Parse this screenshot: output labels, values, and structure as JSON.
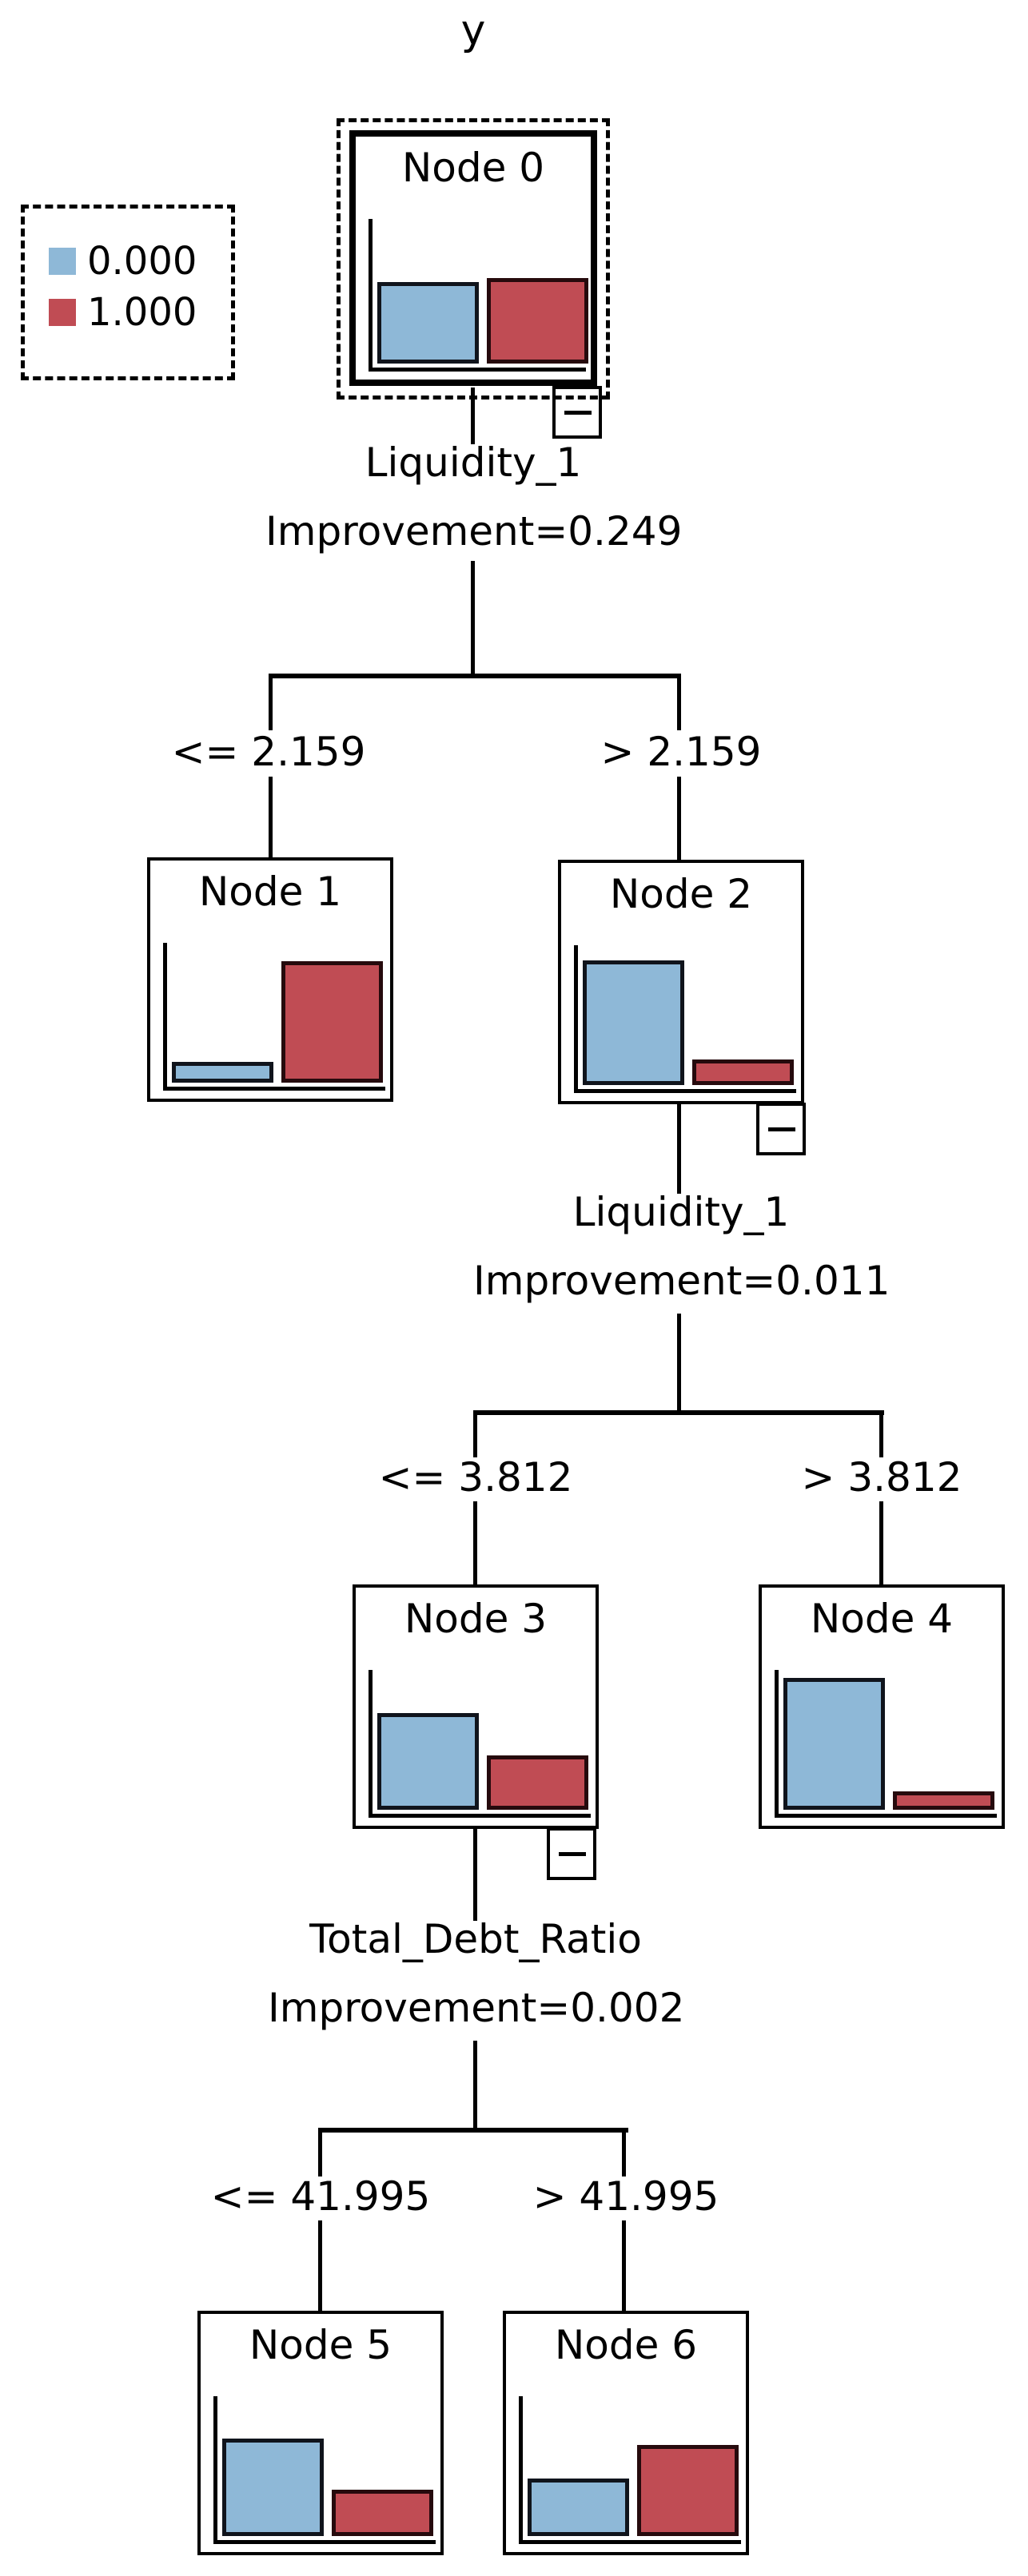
{
  "title": "y",
  "colors": {
    "class0_fill": "#8EB8D7",
    "class1_fill": "#C04C54",
    "line": "#000000"
  },
  "legend": {
    "items": [
      {
        "label": "0.000",
        "class": "class0"
      },
      {
        "label": "1.000",
        "class": "class1"
      }
    ]
  },
  "nodes": [
    {
      "label": "Node 0",
      "selected": true,
      "collapsible": true,
      "bars": {
        "p0": 0.58,
        "p1": 0.61
      }
    },
    {
      "label": "Node 1",
      "selected": false,
      "collapsible": false,
      "bars": {
        "p0": 0.15,
        "p1": 0.87
      }
    },
    {
      "label": "Node 2",
      "selected": false,
      "collapsible": true,
      "bars": {
        "p0": 0.89,
        "p1": 0.18
      }
    },
    {
      "label": "Node 3",
      "selected": false,
      "collapsible": true,
      "bars": {
        "p0": 0.69,
        "p1": 0.39
      }
    },
    {
      "label": "Node 4",
      "selected": false,
      "collapsible": false,
      "bars": {
        "p0": 0.94,
        "p1": 0.13
      }
    },
    {
      "label": "Node 5",
      "selected": false,
      "collapsible": false,
      "bars": {
        "p0": 0.7,
        "p1": 0.33
      }
    },
    {
      "label": "Node 6",
      "selected": false,
      "collapsible": false,
      "bars": {
        "p0": 0.41,
        "p1": 0.65
      }
    }
  ],
  "splits": [
    {
      "parent": "Node 0",
      "variable": "Liquidity_1",
      "improvement": "Improvement=0.249",
      "left": "<= 2.159",
      "right": "> 2.159"
    },
    {
      "parent": "Node 2",
      "variable": "Liquidity_1",
      "improvement": "Improvement=0.011",
      "left": "<= 3.812",
      "right": "> 3.812"
    },
    {
      "parent": "Node 3",
      "variable": "Total_Debt_Ratio",
      "improvement": "Improvement=0.002",
      "left": "<= 41.995",
      "right": "> 41.995"
    }
  ],
  "chart_data": [
    {
      "type": "bar",
      "title": "Node 0",
      "categories": [
        "0.000",
        "1.000"
      ],
      "values": [
        0.58,
        0.61
      ]
    },
    {
      "type": "bar",
      "title": "Node 1",
      "categories": [
        "0.000",
        "1.000"
      ],
      "values": [
        0.15,
        0.87
      ]
    },
    {
      "type": "bar",
      "title": "Node 2",
      "categories": [
        "0.000",
        "1.000"
      ],
      "values": [
        0.89,
        0.18
      ]
    },
    {
      "type": "bar",
      "title": "Node 3",
      "categories": [
        "0.000",
        "1.000"
      ],
      "values": [
        0.69,
        0.39
      ]
    },
    {
      "type": "bar",
      "title": "Node 4",
      "categories": [
        "0.000",
        "1.000"
      ],
      "values": [
        0.94,
        0.13
      ]
    },
    {
      "type": "bar",
      "title": "Node 5",
      "categories": [
        "0.000",
        "1.000"
      ],
      "values": [
        0.7,
        0.33
      ]
    },
    {
      "type": "bar",
      "title": "Node 6",
      "categories": [
        "0.000",
        "1.000"
      ],
      "values": [
        0.41,
        0.65
      ]
    }
  ]
}
